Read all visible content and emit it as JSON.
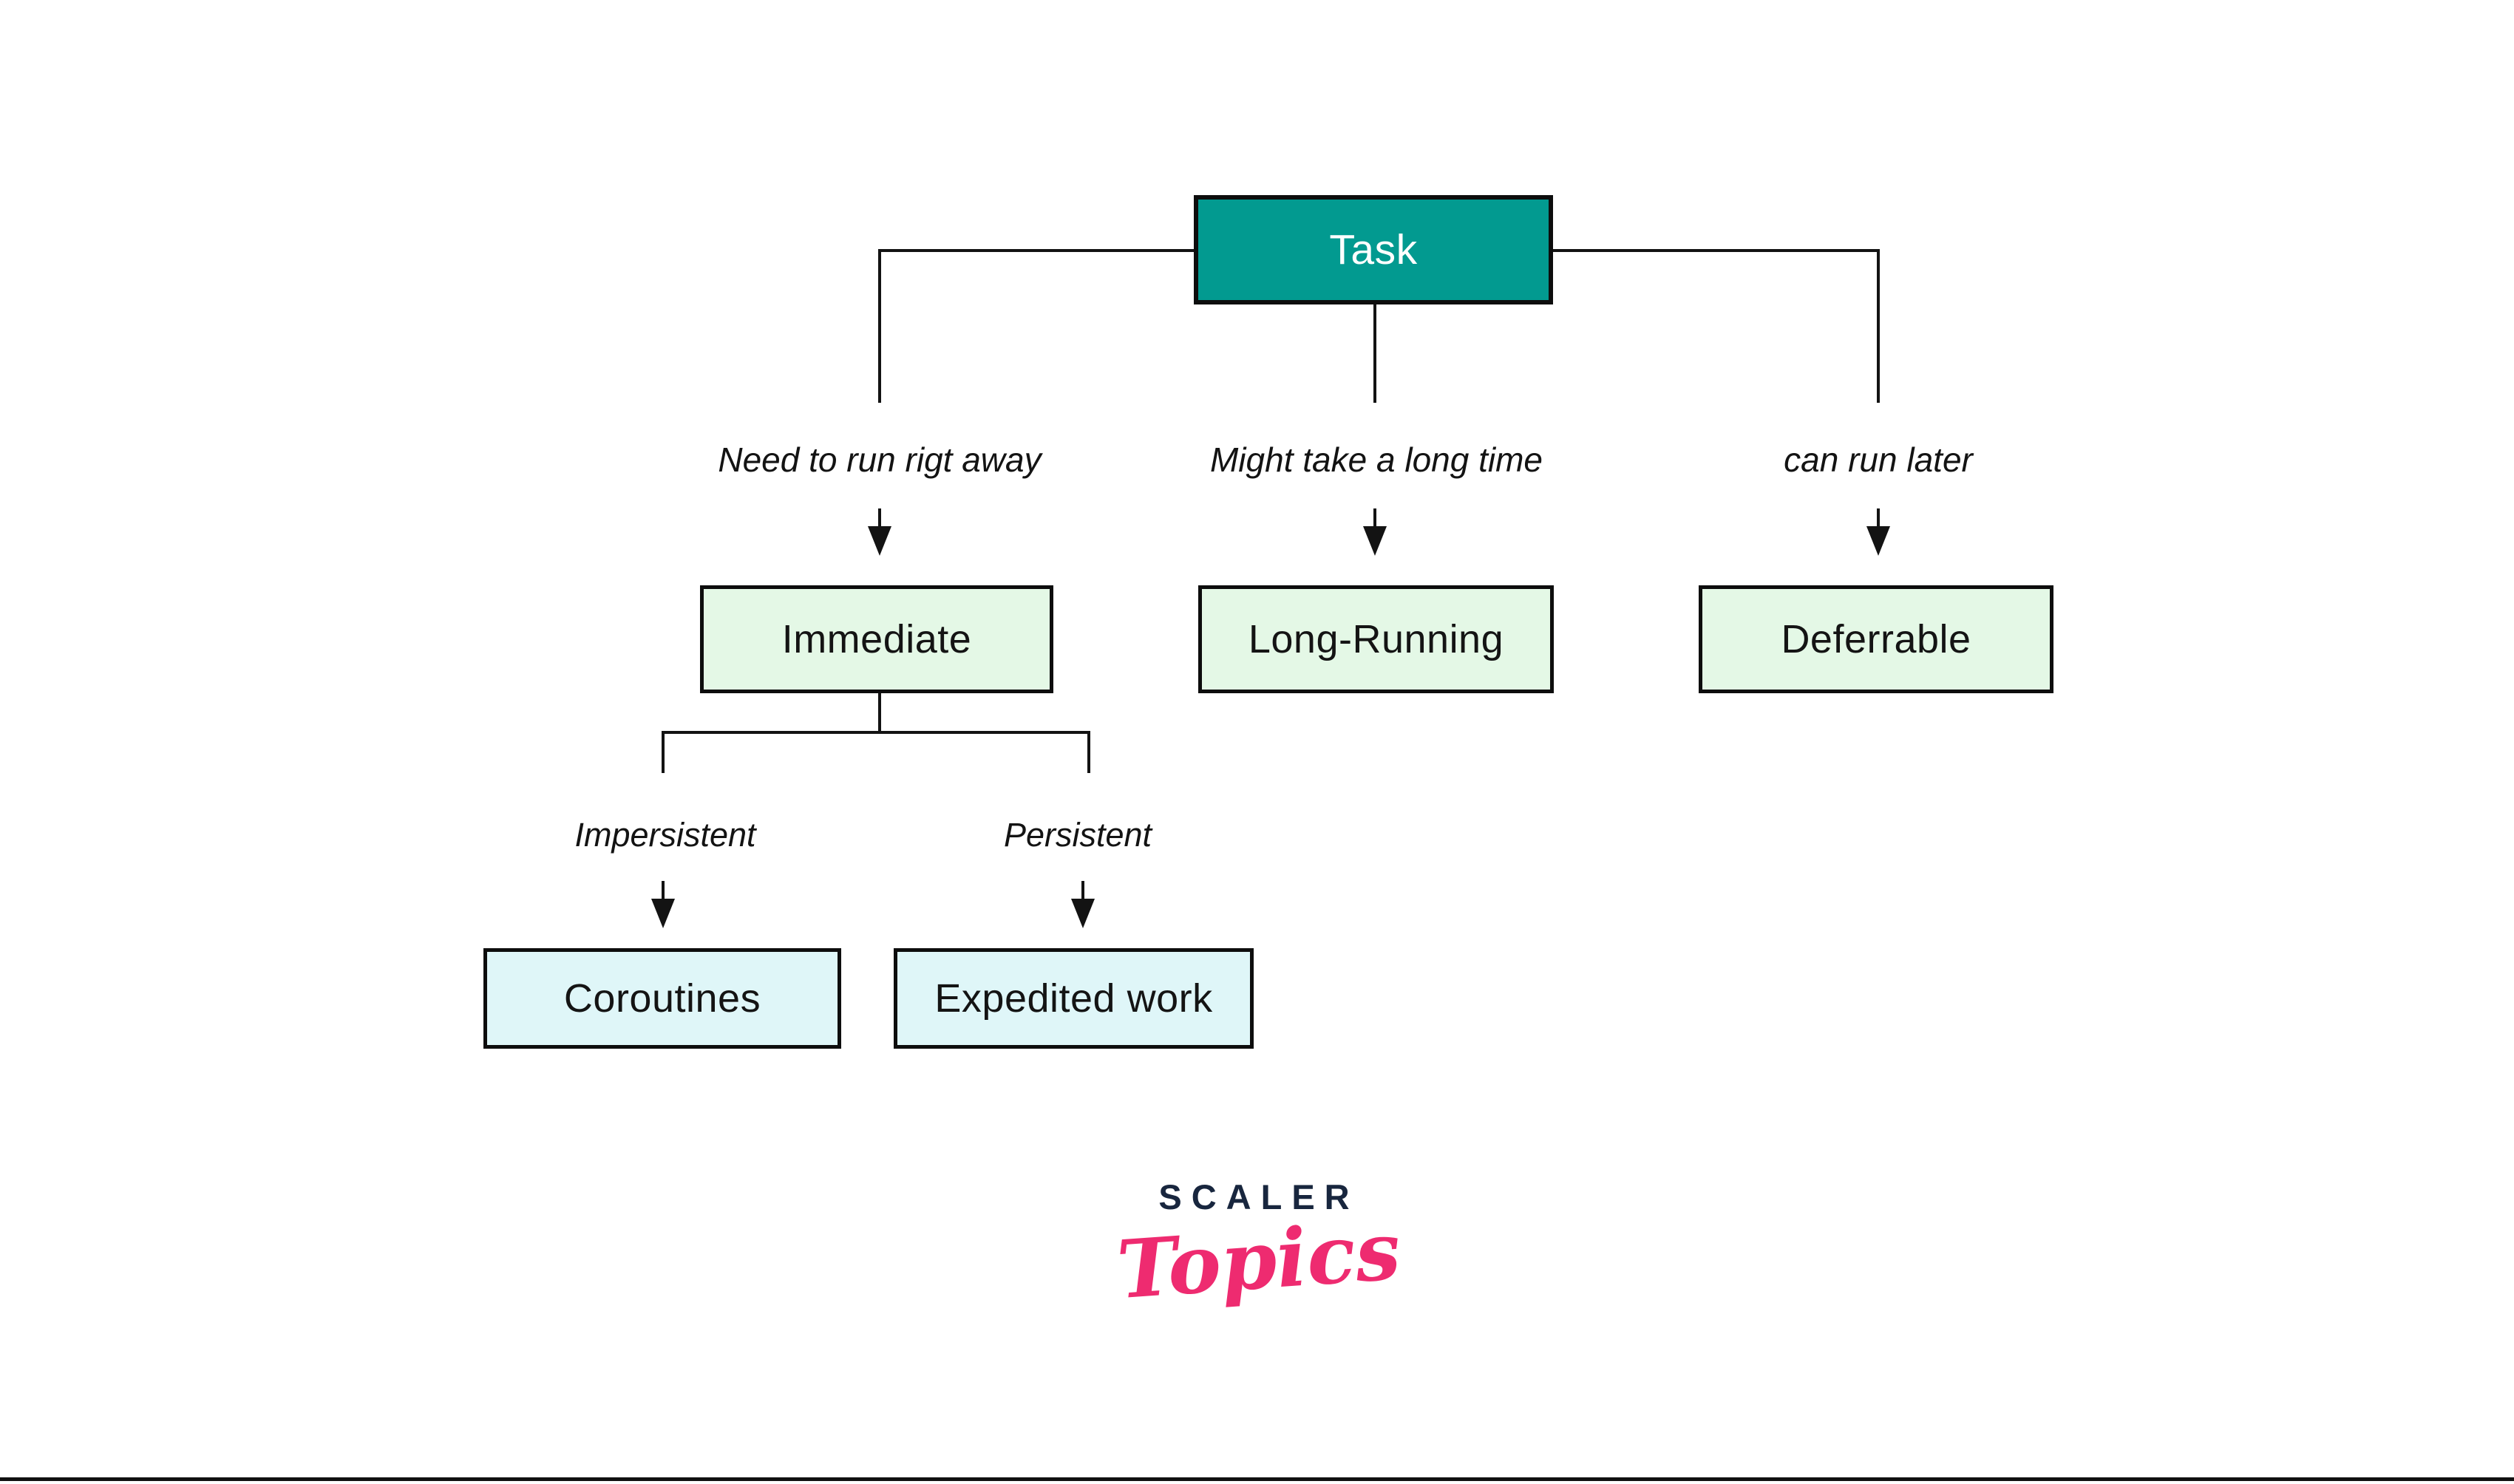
{
  "diagram": {
    "root": {
      "label": "Task"
    },
    "level1": [
      {
        "edge_label": "Need to run rigt away",
        "label": "Immediate"
      },
      {
        "edge_label": "Might take a long time",
        "label": "Long-Running"
      },
      {
        "edge_label": "can run later",
        "label": "Deferrable"
      }
    ],
    "level2": [
      {
        "edge_label": "Impersistent",
        "label": "Coroutines"
      },
      {
        "edge_label": "Persistent",
        "label": "Expedited work"
      }
    ]
  },
  "logo": {
    "brand": "SCALER",
    "sub_brand": "Topics"
  },
  "colors": {
    "root_fill": "#029a90",
    "root_text": "#ffffff",
    "level1_fill": "#e4f8e6",
    "level2_fill": "#dff6f8",
    "line": "#131313",
    "border": "#0d0d0d",
    "logo_brand": "#18263e",
    "logo_sub": "#ee2b70",
    "background": "#ffffff"
  }
}
